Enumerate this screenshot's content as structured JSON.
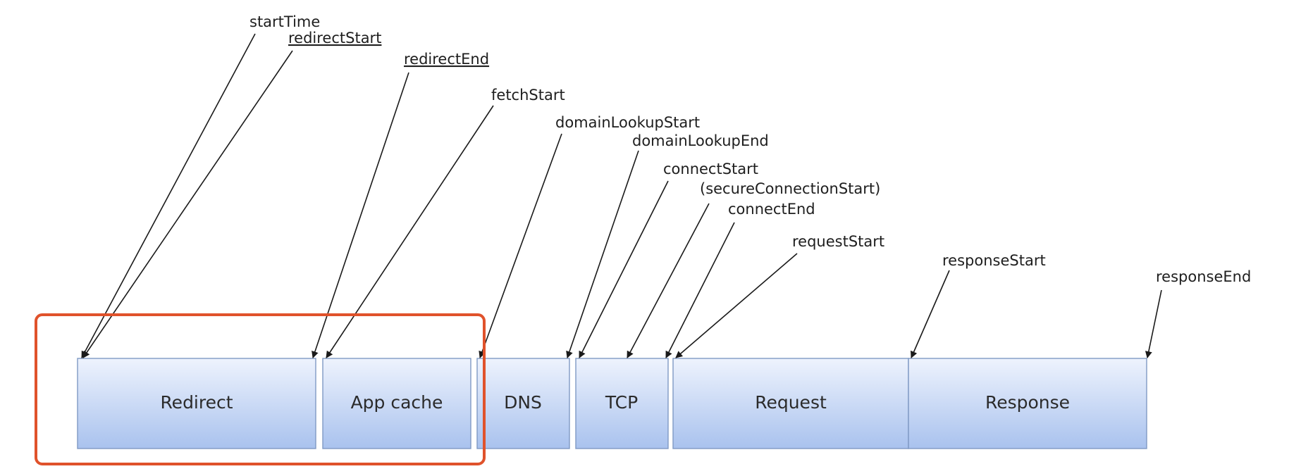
{
  "phases": [
    {
      "label": "Redirect"
    },
    {
      "label": "App cache"
    },
    {
      "label": "DNS"
    },
    {
      "label": "TCP"
    },
    {
      "label": "Request"
    },
    {
      "label": "Response"
    }
  ],
  "events": [
    {
      "label": "startTime",
      "underlined": false
    },
    {
      "label": "redirectStart",
      "underlined": true
    },
    {
      "label": "redirectEnd",
      "underlined": true
    },
    {
      "label": "fetchStart",
      "underlined": false
    },
    {
      "label": "domainLookupStart",
      "underlined": false
    },
    {
      "label": "domainLookupEnd",
      "underlined": false
    },
    {
      "label": "connectStart",
      "underlined": false
    },
    {
      "label": "(secureConnectionStart)",
      "underlined": false
    },
    {
      "label": "connectEnd",
      "underlined": false
    },
    {
      "label": "requestStart",
      "underlined": false
    },
    {
      "label": "responseStart",
      "underlined": false
    },
    {
      "label": "responseEnd",
      "underlined": false
    }
  ],
  "highlight": {
    "color": "#e0522b",
    "covers": [
      "Redirect",
      "App cache"
    ]
  },
  "colors": {
    "box_top": "#eef3fd",
    "box_bottom": "#a9c2ee",
    "box_border": "#7f99c4"
  }
}
